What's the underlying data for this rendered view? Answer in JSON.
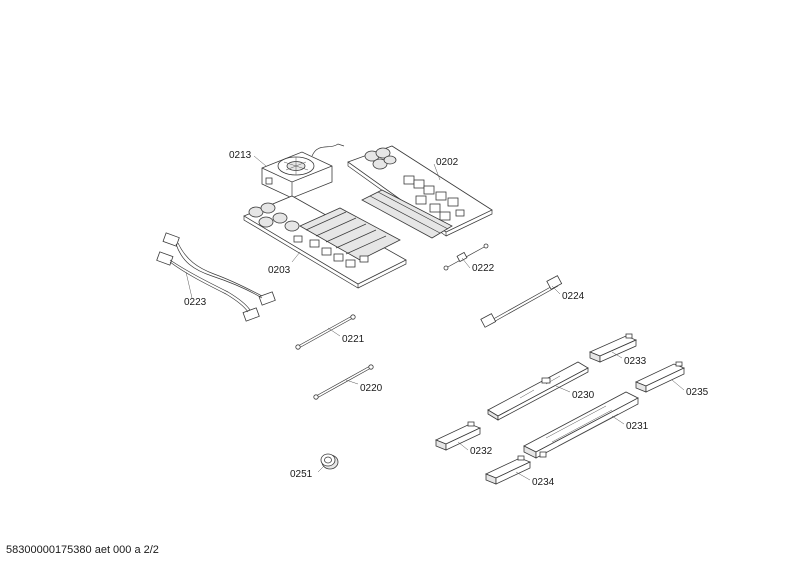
{
  "labels": {
    "p0213": "0213",
    "p0202": "0202",
    "p0203": "0203",
    "p0222": "0222",
    "p0223": "0223",
    "p0224": "0224",
    "p0221": "0221",
    "p0220": "0220",
    "p0233": "0233",
    "p0230": "0230",
    "p0235": "0235",
    "p0231": "0231",
    "p0232": "0232",
    "p0234": "0234",
    "p0251": "0251"
  },
  "footer": "58300000175380 aet 000 a 2/2"
}
